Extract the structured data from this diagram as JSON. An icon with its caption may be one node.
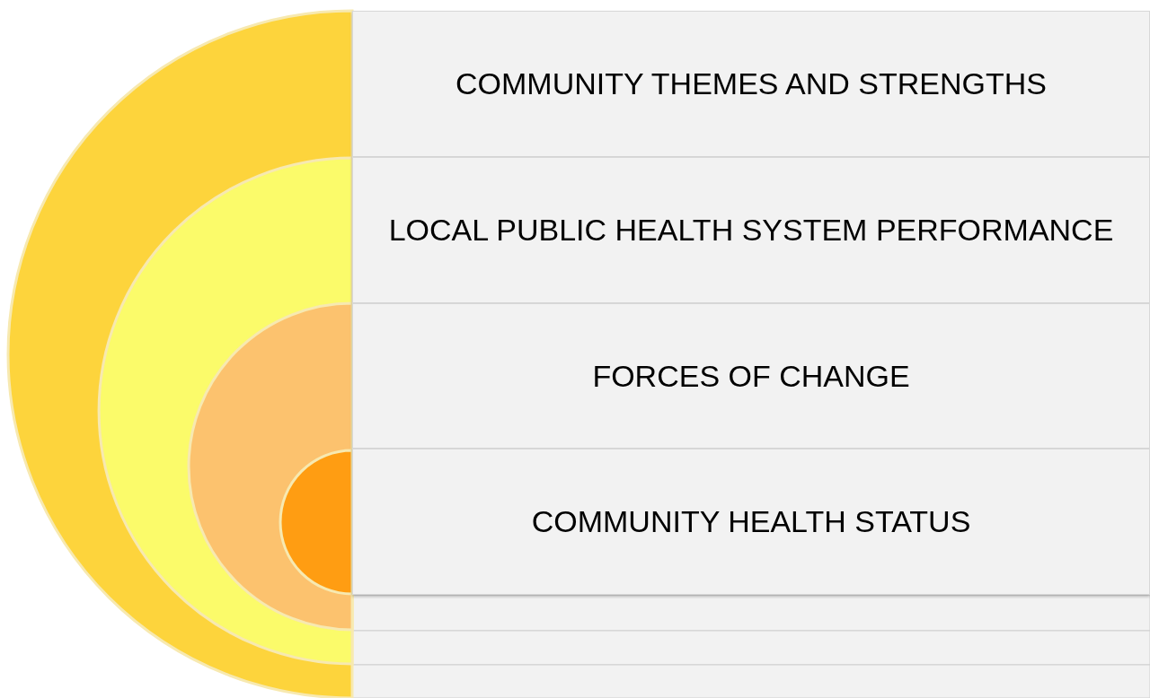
{
  "diagram": {
    "nodes": [
      {
        "text": [
          "COMMUNITY THEMES AND STRENGTHS"
        ]
      },
      {
        "text": [
          "LOCAL PUBLIC HEALTH SYSTEM PERFORMANCE"
        ]
      },
      {
        "text": [
          "FORCES OF CHANGE"
        ]
      },
      {
        "text": [
          "COMMUNITY HEALTH STATUS"
        ]
      }
    ]
  }
}
